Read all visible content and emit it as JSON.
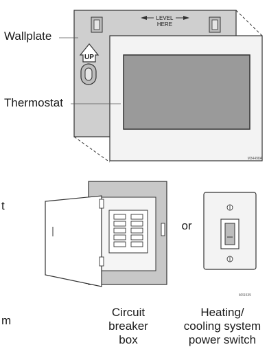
{
  "labels": {
    "wallplate": "Wallplate",
    "thermostat": "Thermostat",
    "level_line1": "LEVEL",
    "level_line2": "HERE",
    "up": "UP",
    "figure_code_top": "M34498A",
    "figure_code_bottom": "M31535",
    "or": "or",
    "left_fragment_top": "t",
    "left_fragment_bottom": "m",
    "breaker_caption": [
      "Circuit",
      "breaker",
      "box"
    ],
    "switch_caption": [
      "Heating/",
      "cooling system",
      "power switch"
    ]
  },
  "colors": {
    "outline": "#333333",
    "wallplate_fill": "#cfcfcf",
    "thermostat_fill": "#f3f3f3",
    "screen_fill": "#9a9a9a",
    "box_fill": "#c8c8c8",
    "panel_fill": "#f5f5f5"
  }
}
